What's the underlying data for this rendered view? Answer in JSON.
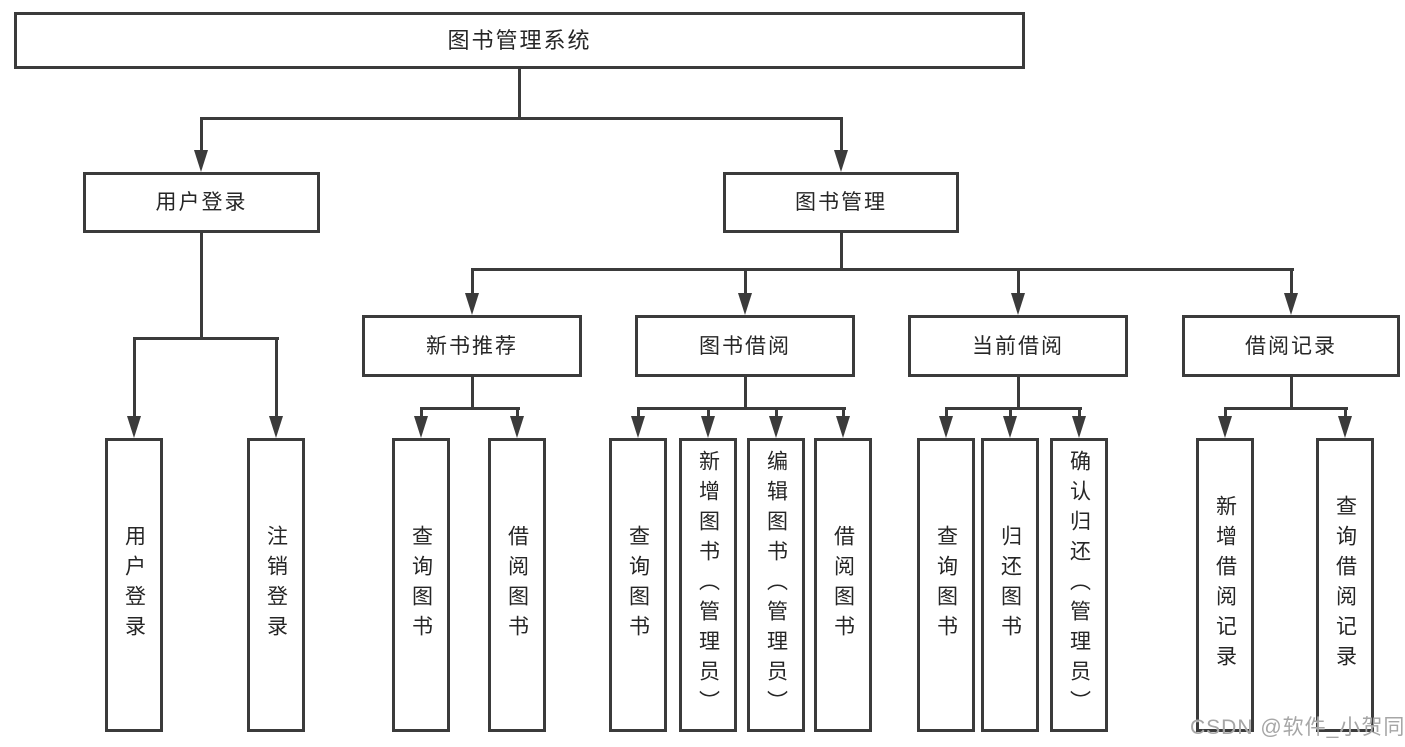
{
  "tree": {
    "label": "图书管理系统",
    "children": [
      {
        "label": "用户登录",
        "children": [
          {
            "label": "用户登录"
          },
          {
            "label": "注销登录"
          }
        ]
      },
      {
        "label": "图书管理",
        "children": [
          {
            "label": "新书推荐",
            "children": [
              {
                "label": "查询图书"
              },
              {
                "label": "借阅图书"
              }
            ]
          },
          {
            "label": "图书借阅",
            "children": [
              {
                "label": "查询图书"
              },
              {
                "label": "新增图书（管理员）"
              },
              {
                "label": "编辑图书（管理员）"
              },
              {
                "label": "借阅图书"
              }
            ]
          },
          {
            "label": "当前借阅",
            "children": [
              {
                "label": "查询图书"
              },
              {
                "label": "归还图书"
              },
              {
                "label": "确认归还（管理员）"
              }
            ]
          },
          {
            "label": "借阅记录",
            "children": [
              {
                "label": "新增借阅记录"
              },
              {
                "label": "查询借阅记录"
              }
            ]
          }
        ]
      }
    ]
  },
  "watermark": {
    "text": "CSDN @软件_小贺同学"
  },
  "colors": {
    "line": "#3b3b3b",
    "text": "#262626",
    "background": "#ffffff",
    "watermark": "#a6a6a6"
  }
}
